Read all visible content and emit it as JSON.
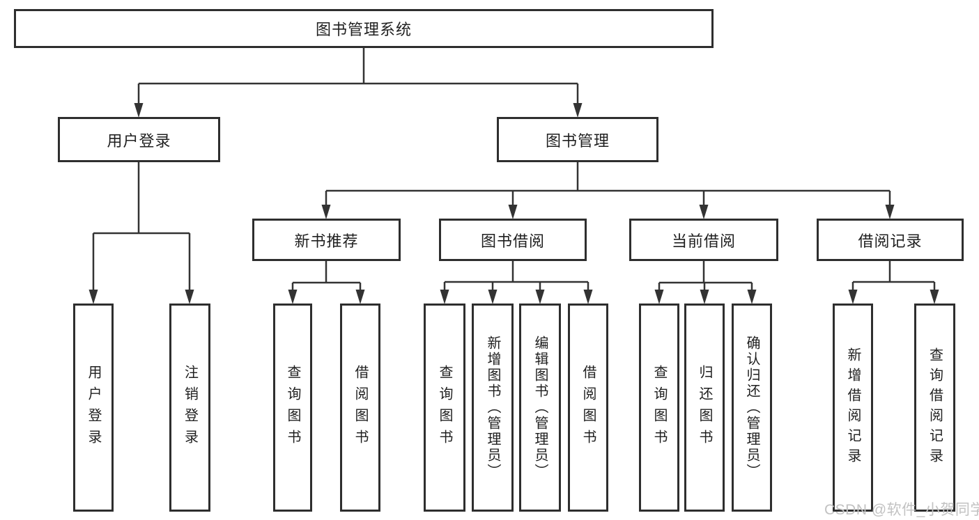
{
  "colors": {
    "line": "#333333",
    "box_border": "#2e2e2e",
    "box_fill": "#ffffff",
    "text": "#1f1f1f",
    "watermark": "#c2c2c2"
  },
  "nodes": {
    "root": {
      "label": "图书管理系统"
    },
    "user_login": {
      "label": "用户登录"
    },
    "book_management": {
      "label": "图书管理"
    },
    "new_book_recommend": {
      "label": "新书推荐"
    },
    "book_borrow": {
      "label": "图书借阅"
    },
    "current_borrow": {
      "label": "当前借阅"
    },
    "borrow_records": {
      "label": "借阅记录"
    }
  },
  "leaves": {
    "user_login_leaf": "用户登录",
    "logout_leaf": "注销登录",
    "recommend_query": "查询图书",
    "recommend_borrow": "借阅图书",
    "borrow_query": "查询图书",
    "borrow_add_admin": "新增图书（管理员）",
    "borrow_edit_admin": "编辑图书（管理员）",
    "borrow_borrow": "借阅图书",
    "current_query": "查询图书",
    "current_return": "归还图书",
    "current_confirm_admin": "确认归还（管理员）",
    "record_add": "新增借阅记录",
    "record_query": "查询借阅记录"
  },
  "watermark": {
    "text": "CSDN @软件_小贺同学"
  }
}
